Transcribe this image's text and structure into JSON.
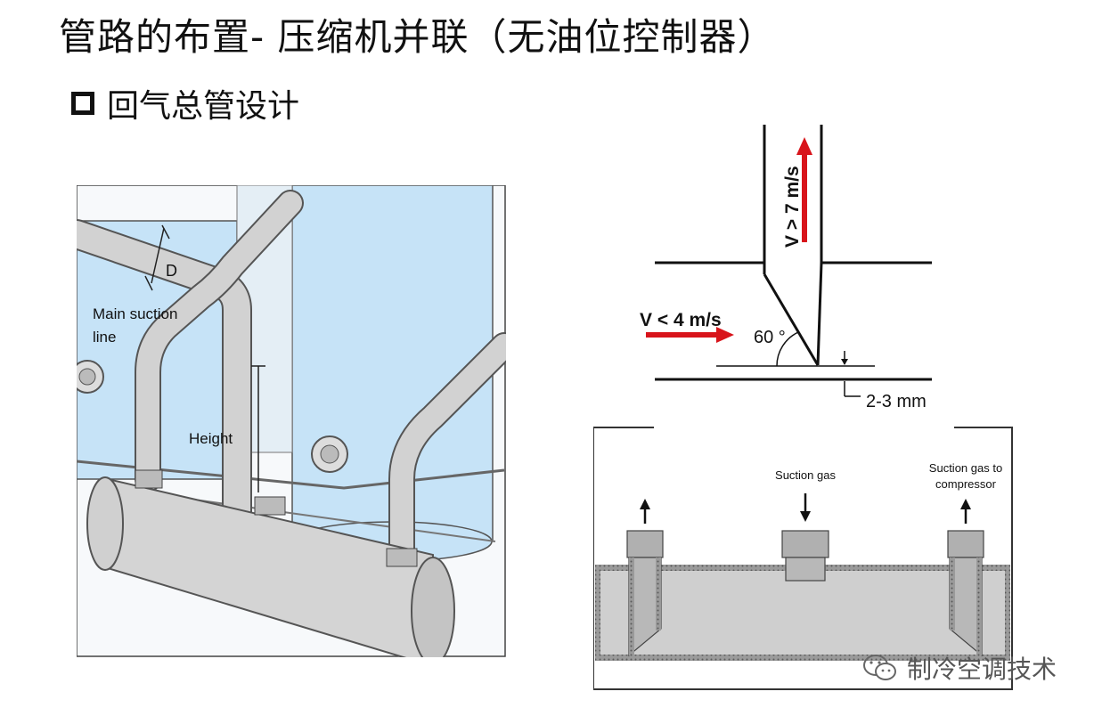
{
  "title": "管路的布置- 压缩机并联（无油位控制器）",
  "subtitle": "回气总管设计",
  "left_diagram": {
    "label_d": "D",
    "label_main_suction_1": "Main suction",
    "label_main_suction_2": "line",
    "label_height": "Height"
  },
  "detail_diagram": {
    "label_v_high": "V > 7 m/s",
    "label_v_low": "V < 4 m/s",
    "label_angle": "60 °",
    "label_gap": "2-3 mm",
    "arrow_color": "#d8141b"
  },
  "header_diagram": {
    "label_suction_gas": "Suction gas",
    "label_to_compressor_1": "Suction gas to",
    "label_to_compressor_2": "compressor"
  },
  "watermark": "制冷空调技术",
  "colors": {
    "tank_blue": "#c6e3f7",
    "pipe_gray": "#d2d2d2",
    "outline": "#333333"
  }
}
